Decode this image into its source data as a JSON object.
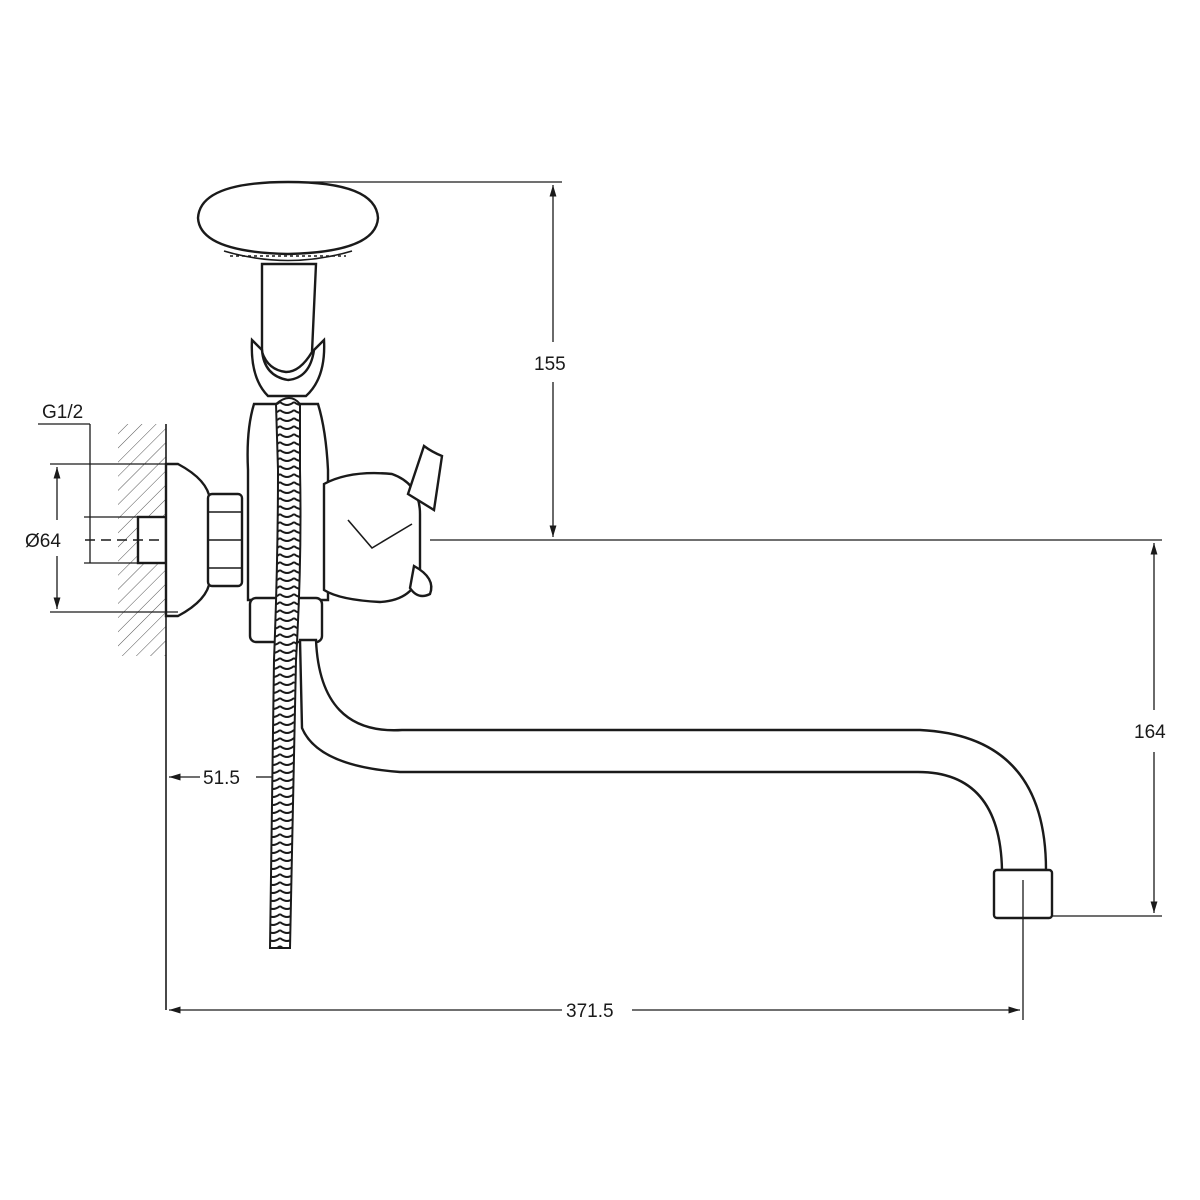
{
  "dimensions": {
    "thread": "G1/2",
    "flange_diameter": "Ø64",
    "shower_height": "155",
    "spout_drop": "164",
    "wall_offset": "51.5",
    "spout_reach": "371.5"
  },
  "colors": {
    "line": "#1a1a1a",
    "background": "#ffffff"
  }
}
